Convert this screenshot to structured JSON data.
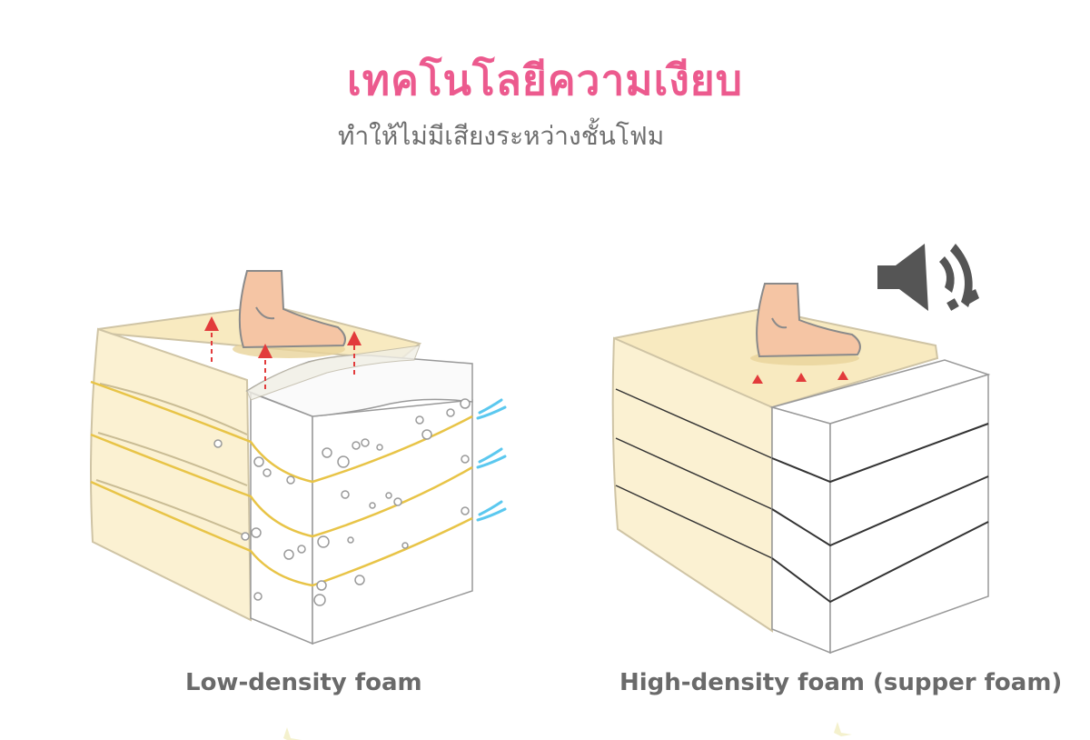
{
  "header": {
    "title": "เทคโนโลยีความเงียบ",
    "subtitle": "ทำให้ไม่มีเสียงระหว่างชั้นโฟม"
  },
  "panels": [
    {
      "caption": "Low-density foam"
    },
    {
      "caption": "High-density foam (supper foam)"
    }
  ],
  "icons": {
    "sound": "speaker-muted-icon",
    "foot": "foot-icon",
    "pressure": "arrow-up-icon",
    "air": "air-flow-icon",
    "bubbles": "air-bubble-icon"
  },
  "colors": {
    "title": "#ec5a8e",
    "cover": "#fbf1d2",
    "seam": "#e8c447",
    "arrow": "#e23b3b",
    "air": "#5bc8ef",
    "edge": "#555555"
  }
}
